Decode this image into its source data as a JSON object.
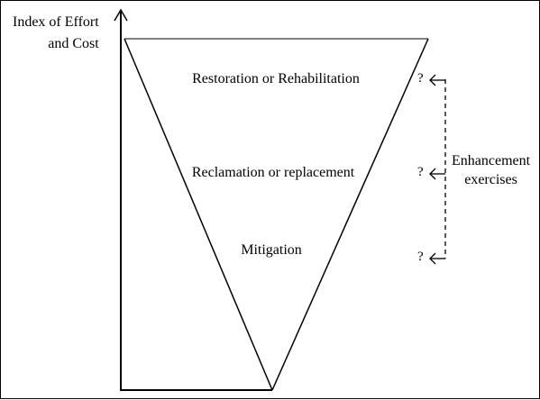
{
  "axis": {
    "title_line1": "Index of Effort",
    "title_line2": "and Cost"
  },
  "levels": [
    {
      "label": "Restoration or Rehabilitation",
      "marker": "?"
    },
    {
      "label": "Reclamation or replacement",
      "marker": "?"
    },
    {
      "label": "Mitigation",
      "marker": "?"
    }
  ],
  "enhancement": {
    "line1": "Enhancement",
    "line2": "exercises"
  },
  "colors": {
    "ink": "#000000",
    "background": "#ffffff"
  }
}
